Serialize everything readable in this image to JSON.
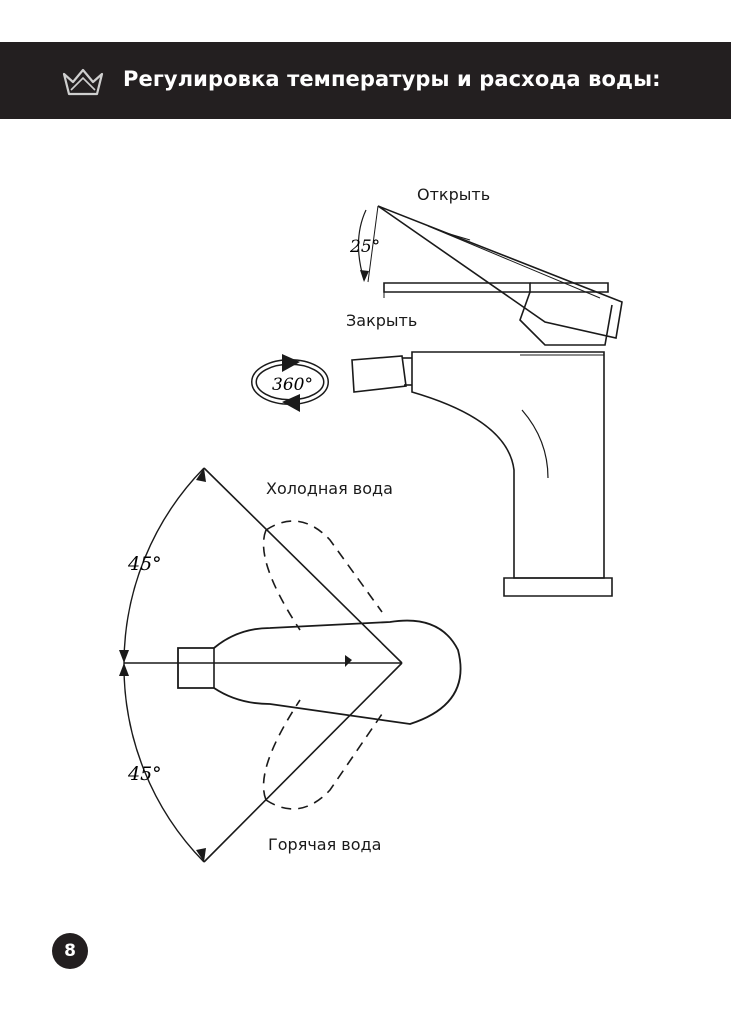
{
  "header": {
    "title": "Регулировка температуры и расхода воды:",
    "logo_icon": "crown-icon",
    "background": "#231f20"
  },
  "side_view": {
    "open_label": "Открыть",
    "close_label": "Закрыть",
    "tilt_angle": "25°",
    "rotation_angle": "360°"
  },
  "top_view": {
    "cold_label": "Холодная вода",
    "hot_label": "Горячая вода",
    "angle_top": "45°",
    "angle_bottom": "45°"
  },
  "page": {
    "number": "8"
  }
}
